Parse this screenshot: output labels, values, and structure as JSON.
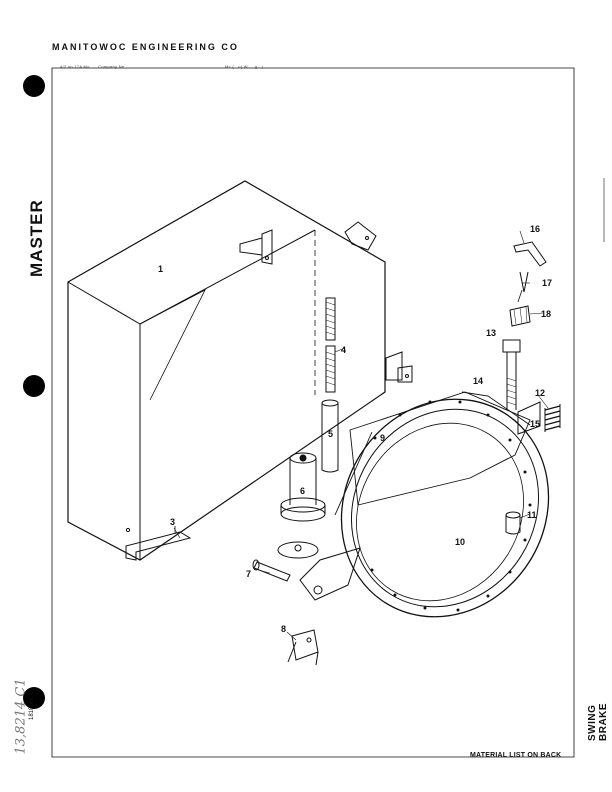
{
  "header": {
    "company": "MANITOWOC ENGINEERING CO",
    "subline_left": "4/2   on 17A  Mo. . . Company  Ne",
    "subline_right": "Mc  ( ..u(  W . . g . ) "
  },
  "side": {
    "master": "MASTER",
    "code": "181806C1",
    "handwritten": "13,8214 C1"
  },
  "title_vertical": "SWING BRAKE",
  "footer": "MATERIAL LIST ON BACK",
  "callouts": [
    "1",
    "3",
    "4",
    "5",
    "6",
    "7",
    "8",
    "9",
    "10",
    "11",
    "12",
    "13",
    "14",
    "15",
    "16",
    "17",
    "18"
  ],
  "colors": {
    "ink": "#111111",
    "paper": "#ffffff"
  }
}
